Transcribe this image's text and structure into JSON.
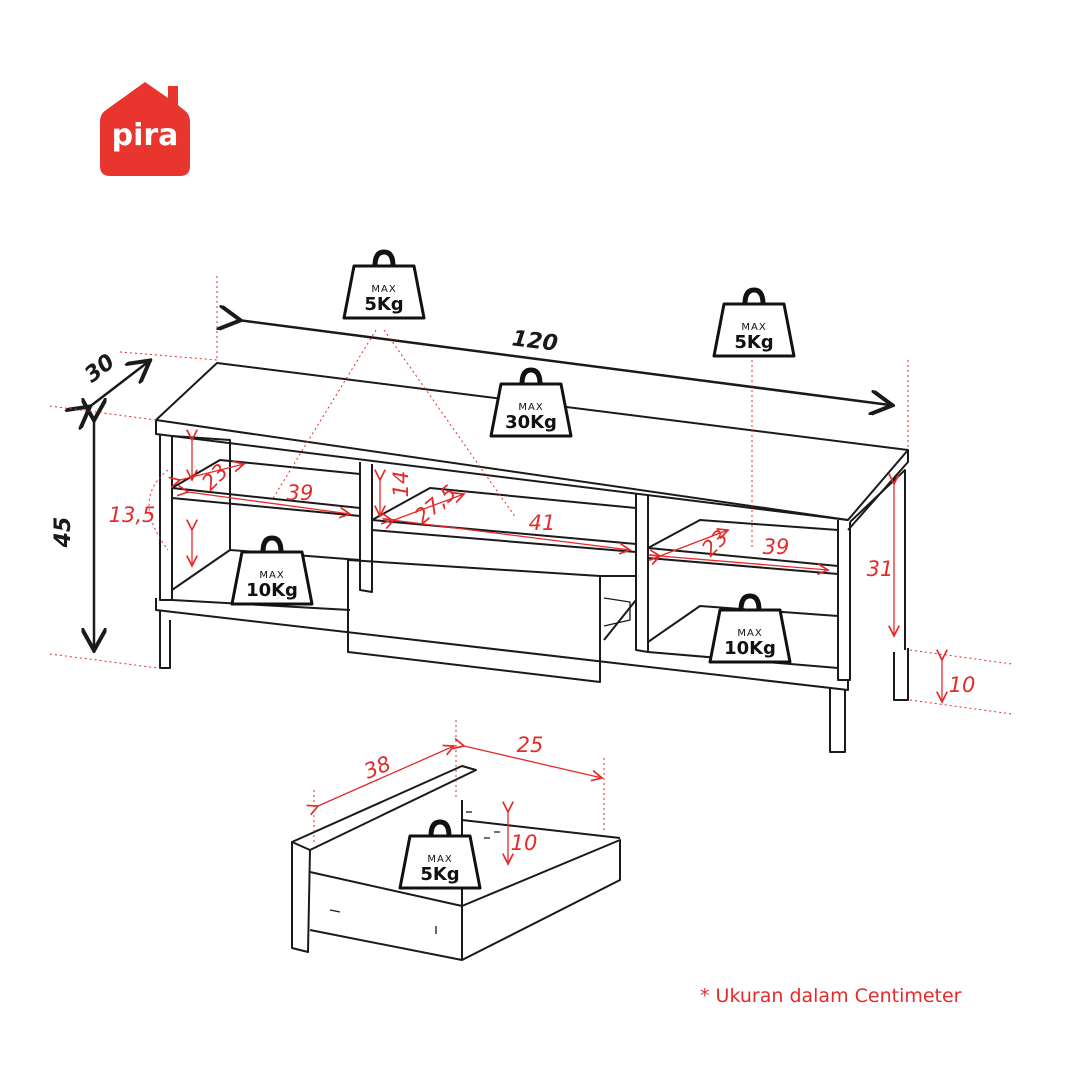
{
  "brand": {
    "name": "pira",
    "color": "#e8362f"
  },
  "dimensions": {
    "width": "120",
    "depth": "30",
    "height": "45",
    "leg_height": "10",
    "left_shelf_width": "39",
    "left_shelf_depth": "23",
    "left_shelf_height": "13,5",
    "center_shelf_width": "41",
    "center_shelf_depth": "27,5",
    "center_shelf_height": "14",
    "right_shelf_width": "39",
    "right_shelf_depth": "23",
    "right_shelf_height": "31",
    "drawer_width": "38",
    "drawer_depth": "25",
    "drawer_height": "10"
  },
  "weights": {
    "max_label": "MAX",
    "top_left": "5Kg",
    "top_right": "5Kg",
    "top_center": "30Kg",
    "bottom_left": "10Kg",
    "bottom_right": "10Kg",
    "drawer": "5Kg"
  },
  "note": "* Ukuran dalam Centimeter",
  "colors": {
    "accent": "#e32b2b",
    "ink": "#1a1a1a"
  }
}
